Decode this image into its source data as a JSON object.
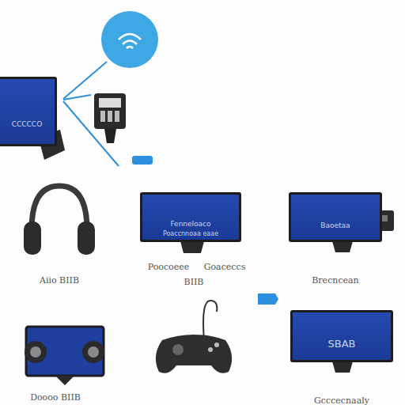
{
  "diagram": {
    "nodes": [
      {
        "text": [
          "CCCCCO"
        ]
      },
      {
        "text": [
          "Fenneloaco",
          "Poaccnnoaa eaae"
        ]
      },
      {
        "text": [
          "Baoetaa",
          "Brecncean"
        ]
      },
      {
        "text": [
          "SBAB",
          "Gcccecnaaly"
        ]
      }
    ],
    "labels": [
      "Aiio BIIB",
      "Poocoeee",
      "Goaceccs",
      "BIIB",
      "Doooo BIIB"
    ]
  }
}
